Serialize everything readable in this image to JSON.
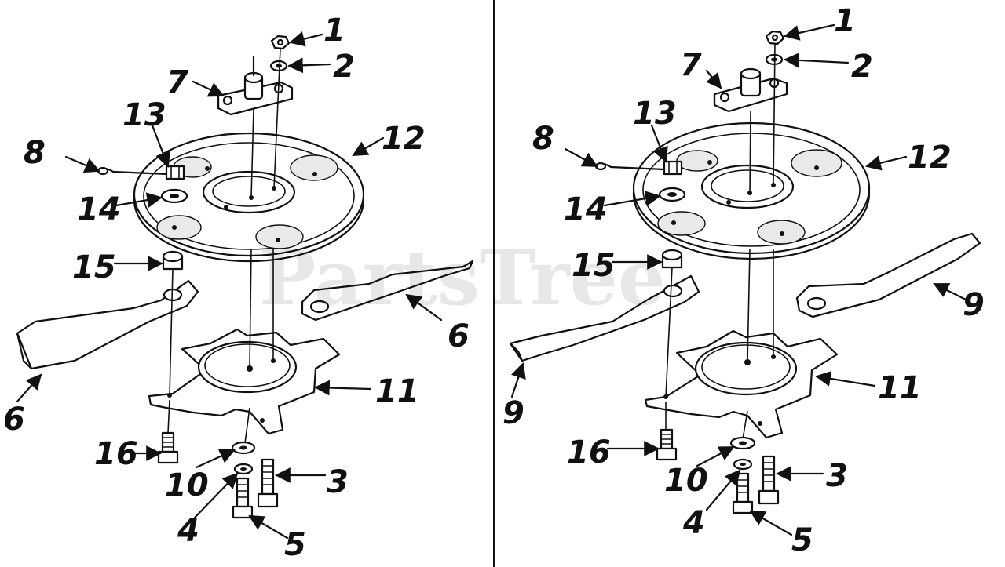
{
  "diagram": {
    "watermark": "PartsTree",
    "left_assembly": {
      "labels": [
        "1",
        "2",
        "7",
        "13",
        "12",
        "8",
        "14",
        "15",
        "6",
        "6",
        "11",
        "16",
        "10",
        "3",
        "4",
        "5"
      ]
    },
    "right_assembly": {
      "labels": [
        "1",
        "2",
        "7",
        "13",
        "8",
        "12",
        "14",
        "15",
        "9",
        "9",
        "11",
        "16",
        "10",
        "3",
        "4",
        "5"
      ]
    }
  }
}
